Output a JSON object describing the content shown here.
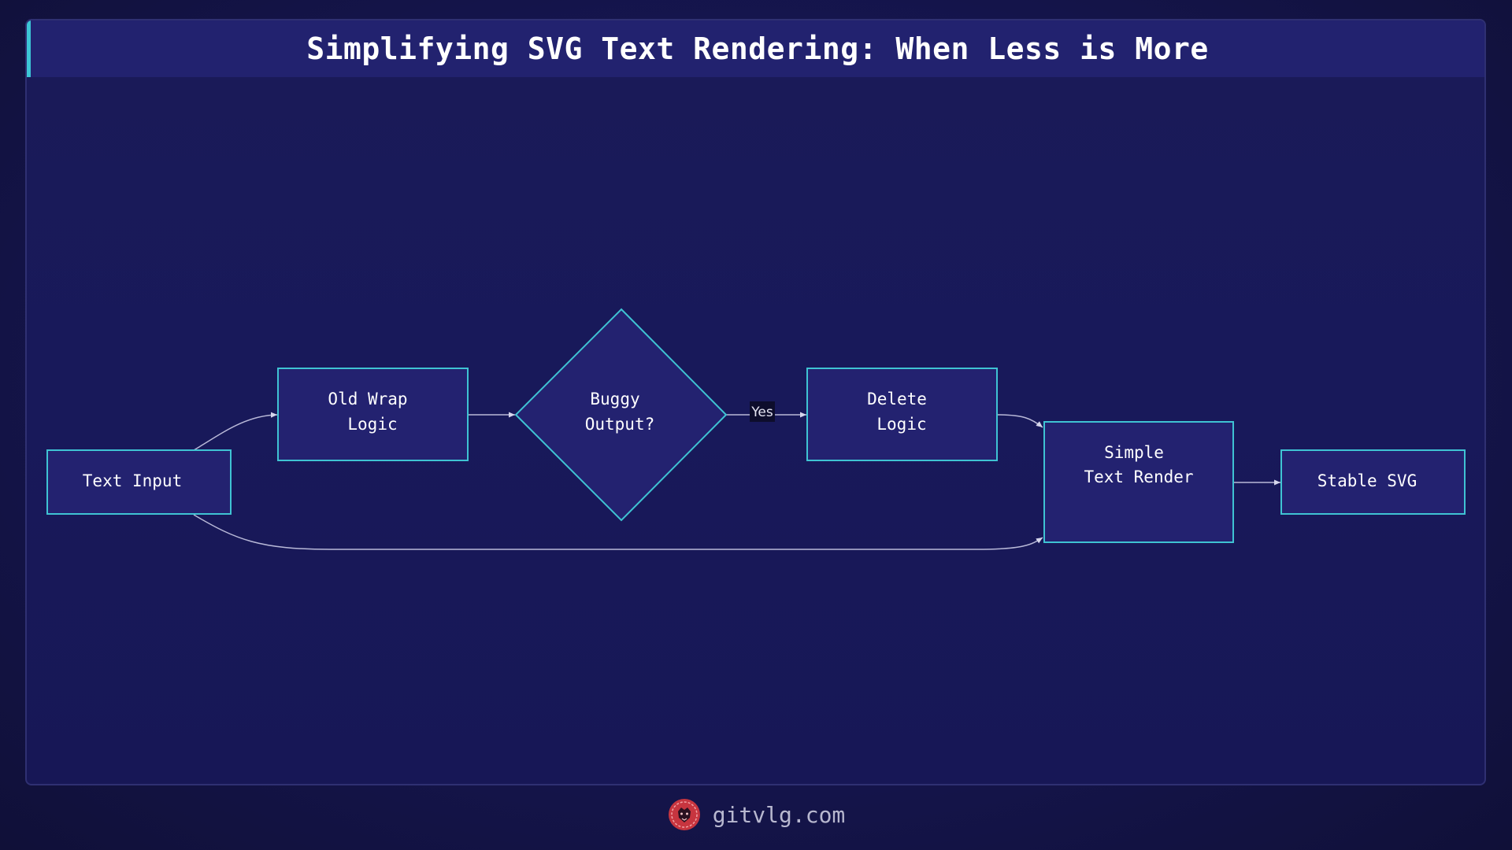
{
  "title": "Simplifying SVG Text Rendering: When Less is More",
  "colors": {
    "background": "#161652",
    "node_fill": "#232270",
    "node_stroke": "#3fc3d3",
    "title_bar": "#22226f",
    "accent": "#3cc6d6",
    "edge": "#b9b9d8",
    "logo": "#d9434b"
  },
  "nodes": {
    "text_input": {
      "lines": [
        "Text Input"
      ]
    },
    "old_wrap": {
      "lines": [
        "Old Wrap",
        "Logic"
      ]
    },
    "buggy": {
      "lines": [
        "Buggy",
        "Output?"
      ]
    },
    "delete": {
      "lines": [
        "Delete",
        "Logic"
      ]
    },
    "simple": {
      "lines": [
        "Simple",
        "Text Render"
      ]
    },
    "stable": {
      "lines": [
        "Stable SVG"
      ]
    }
  },
  "edges": {
    "yes_label": "Yes"
  },
  "footer": {
    "logo_icon": "lion-head-icon",
    "site": "gitvlg.com"
  }
}
